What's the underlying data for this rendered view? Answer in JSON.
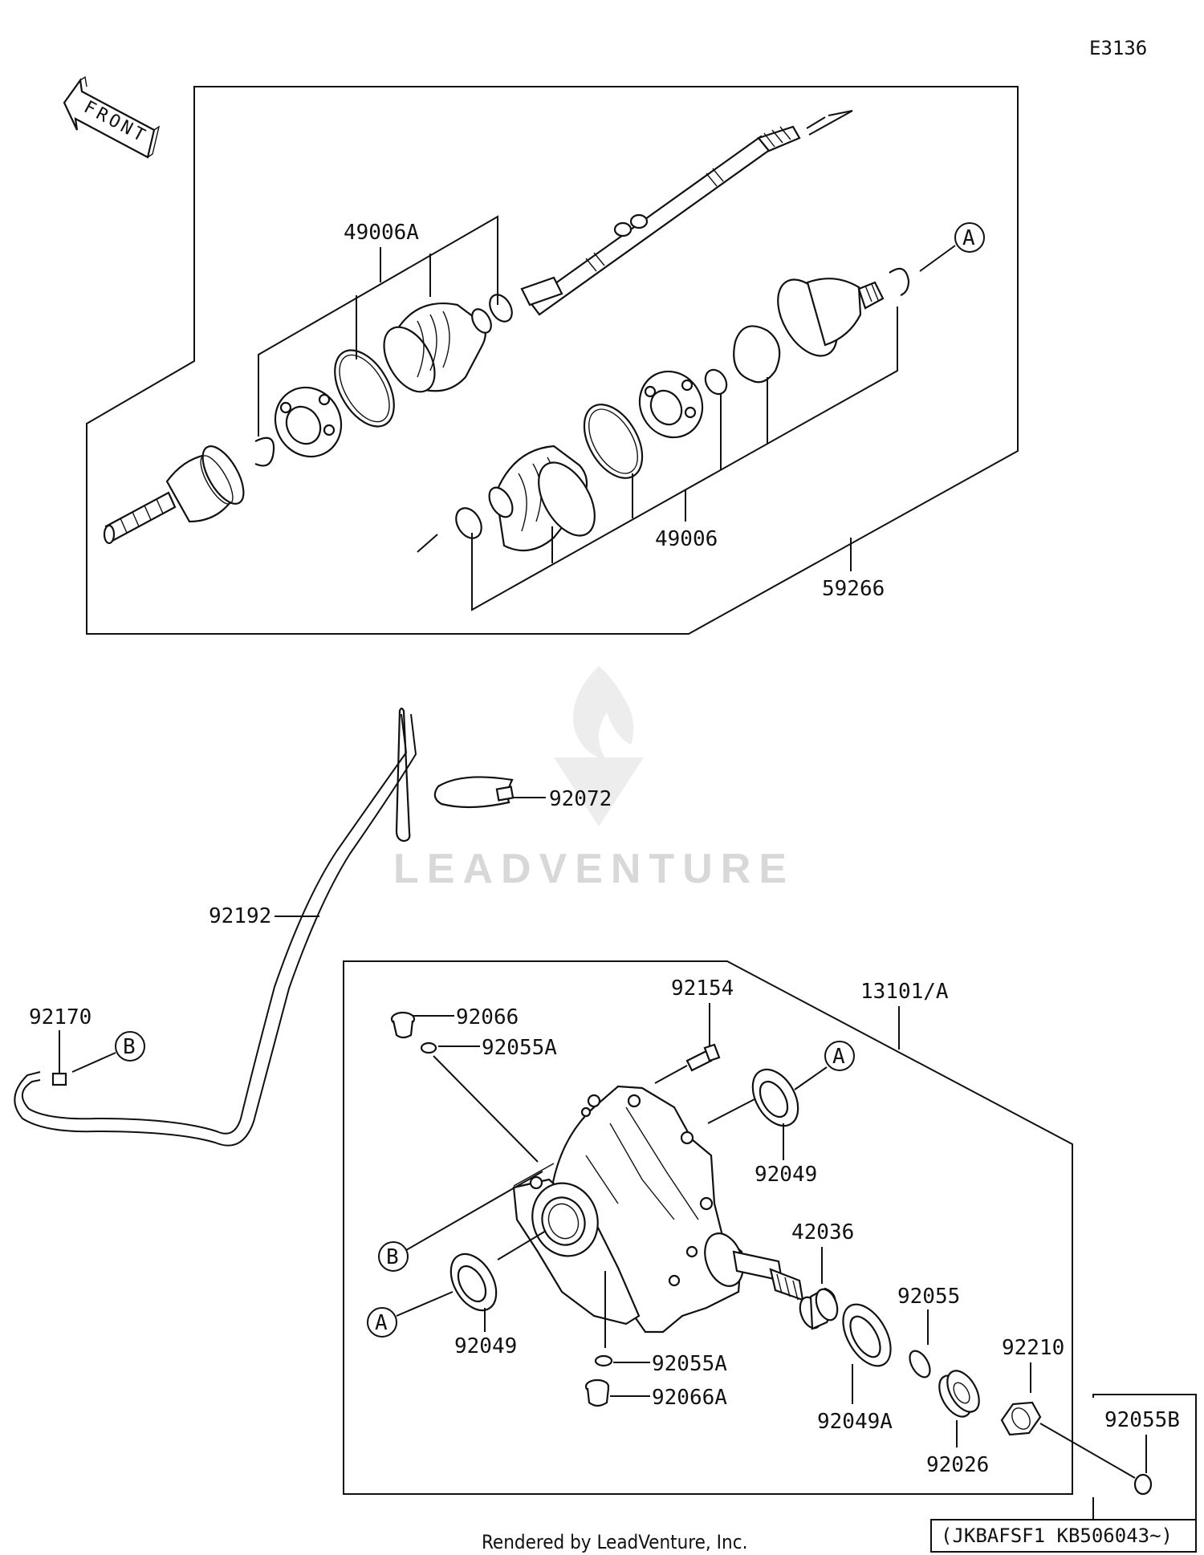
{
  "diagram_id": "E3136",
  "front_label": "FRONT",
  "watermark": "LEADVENTURE",
  "footer": "Rendered by LeadVenture, Inc.",
  "serial_note": "(JKBAFSF1 KB506043~)",
  "callouts": {
    "c49006A": "49006A",
    "c49006": "49006",
    "c59266": "59266",
    "c92072": "92072",
    "c92192": "92192",
    "c92170": "92170",
    "c92066": "92066",
    "c92055A_top": "92055A",
    "c92154": "92154",
    "c13101A": "13101/A",
    "c92049_right": "92049",
    "c42036": "42036",
    "c92055": "92055",
    "c92210": "92210",
    "c92055B": "92055B",
    "c92049_left": "92049",
    "c92055A_bottom": "92055A",
    "c92066A": "92066A",
    "c92049A": "92049A",
    "c92026": "92026"
  },
  "markers": {
    "A_top": "A",
    "A_mid": "A",
    "A_left": "A",
    "B_left": "B",
    "B_mid": "B"
  }
}
